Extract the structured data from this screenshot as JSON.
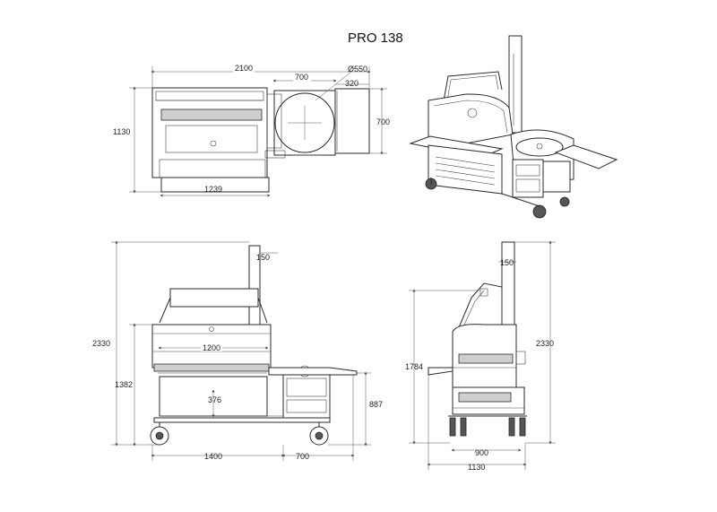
{
  "title": "PRO 138",
  "top_view": {
    "width_total": "2100",
    "width_chamber": "700",
    "diameter": "Ø550",
    "firebox": "320",
    "height_left": "1130",
    "height_right": "700",
    "width_bottom": "1239"
  },
  "front_view": {
    "height_total": "2330",
    "chimney": "150",
    "height_mid": "1382",
    "grill_width": "1200",
    "inner": "376",
    "side_height": "887",
    "base_left": "1400",
    "base_right": "700"
  },
  "side_view": {
    "chimney": "150",
    "height_total": "2330",
    "height_left": "1784",
    "depth_inner": "900",
    "depth_total": "1130"
  }
}
